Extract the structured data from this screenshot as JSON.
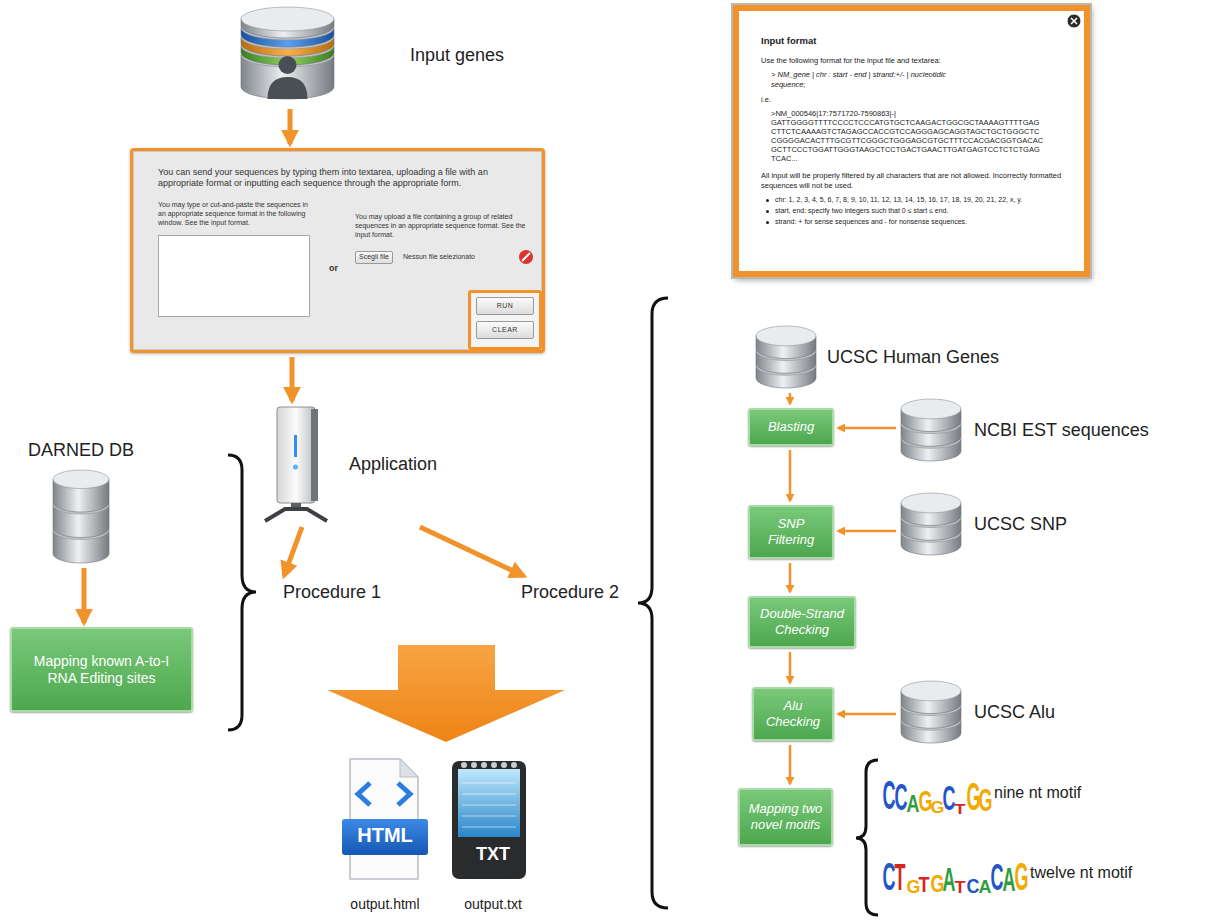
{
  "diagram": {
    "nodes": [
      {
        "text": [
          "Input genes"
        ]
      },
      {
        "text": [
          "You can send your sequences by typing them into textarea, uploading a file with an appropriate format or inputting each sequence through the appropriate form.",
          "You may type or cut-and-paste the sequences in an appropriate sequence format in the following window. See the input format.",
          "or",
          "You may upload a file containing a group of related sequences in an appropriate sequence format. See the input format.",
          "Scegli file",
          "Nessun file selezionato"
        ]
      },
      {
        "text": [
          "RUN"
        ],
        "in": 1
      },
      {
        "text": [
          "CLEAR"
        ],
        "in": 1
      },
      {
        "text": [
          "Input format",
          "Use the following format for the input file and textarea:",
          "> NM_gene | chr : start - end | strand:+/- | nucleotidic sequence;",
          "i.e.",
          ">NM_000546|17:7571720-7590863|-| GATTGGGGTTTTCCCCTCCCATGTGCTCAAGACTGGCGCTAAAAGTTTTGAG CTTCTCAAAAGTCTAGAGCCACCGTCCAGGGAGCAGGTAGCTGCTGGGCTC CGGGGACACTTTGCGTTCGGGCTGGGAGCGTGCTTTCCACGACGGTGACAC GCTTCCCTGGATTGGGTAAGCTCCTGACTGAACTTGATGAGTCCTCTCTGAG TCAC...",
          "All input will be properly filtered by all characters that are not allowed. Incorrectly formatted sequences will not be used.",
          "chr: 1, 2, 3, 4, 5, 6, 7, 8, 9, 10, 11, 12, 13, 14, 15, 16, 17, 18, 19, 20, 21, 22, x, y.",
          "start, end: specify two integers such that 0 ≤ start ≤ end.",
          "strand: + for sense sequences and - for nonsense sequences."
        ]
      },
      {
        "text": [
          "Application"
        ]
      },
      {
        "text": [
          "Procedure 1"
        ]
      },
      {
        "text": [
          "Procedure 2"
        ]
      },
      {
        "text": [
          "DARNED DB"
        ]
      },
      {
        "text": [
          "Mapping known A-to-I RNA Editing sites"
        ]
      },
      {
        "text": [
          "HTML",
          "output.html"
        ]
      },
      {
        "text": [
          "TXT",
          "output.txt"
        ]
      },
      {
        "text": [
          "UCSC Human Genes"
        ]
      },
      {
        "text": [
          "Blasting"
        ]
      },
      {
        "text": [
          "NCBI EST sequences"
        ]
      },
      {
        "text": [
          "SNP Filtering"
        ]
      },
      {
        "text": [
          "UCSC SNP"
        ]
      },
      {
        "text": [
          "Double-Strand Checking"
        ]
      },
      {
        "text": [
          "Alu Checking"
        ]
      },
      {
        "text": [
          "UCSC Alu"
        ]
      },
      {
        "text": [
          "Mapping two novel motifs"
        ]
      },
      {
        "text": [
          "CCAGGCTGG",
          "nine nt motif"
        ]
      },
      {
        "text": [
          "CTGTGATCACAG",
          "twelve nt motif"
        ]
      }
    ],
    "edges": [
      {
        "from": 0,
        "to": 1,
        "arrow": "to"
      },
      {
        "from": 1,
        "to": 5,
        "arrow": "to"
      },
      {
        "from": 5,
        "to": 6,
        "arrow": "to"
      },
      {
        "from": 5,
        "to": 7,
        "arrow": "to"
      },
      {
        "from": 8,
        "to": 9,
        "arrow": "to"
      },
      {
        "from": 12,
        "to": 13,
        "arrow": "to"
      },
      {
        "from": 14,
        "to": 13,
        "arrow": "to"
      },
      {
        "from": 13,
        "to": 15,
        "arrow": "to"
      },
      {
        "from": 16,
        "to": 15,
        "arrow": "to"
      },
      {
        "from": 15,
        "to": 17,
        "arrow": "to"
      },
      {
        "from": 17,
        "to": 18,
        "arrow": "to"
      },
      {
        "from": 19,
        "to": 18,
        "arrow": "to"
      },
      {
        "from": 18,
        "to": 20,
        "arrow": "to"
      }
    ]
  }
}
